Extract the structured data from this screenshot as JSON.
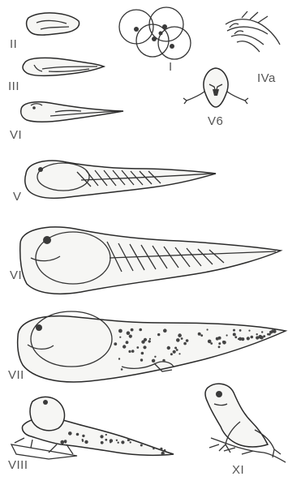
{
  "labels": {
    "stage_1": "I",
    "stage_2": "II",
    "stage_3": "III",
    "stage_4a": "IVa",
    "stage_5b": "V6",
    "stage_6a": "VI",
    "stage_5": "V",
    "stage_6b": "VI",
    "stage_7": "VII",
    "stage_8": "VIII",
    "stage_9": "XI"
  },
  "colors": {
    "ink": "#333333",
    "label": "#555555",
    "background": "#ffffff"
  }
}
